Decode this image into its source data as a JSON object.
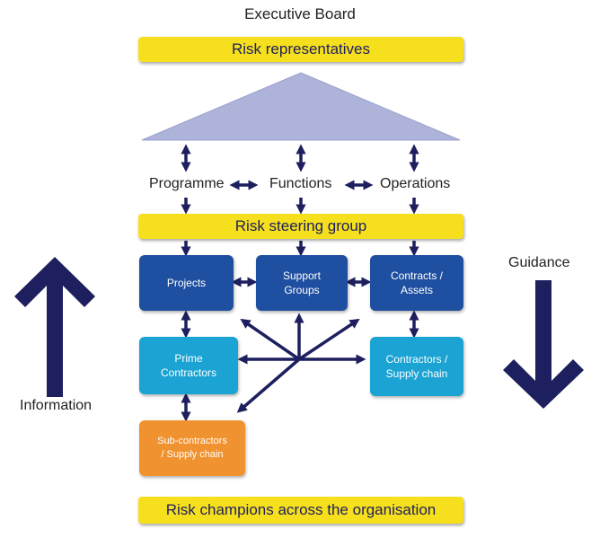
{
  "title": "Executive Board",
  "bars": {
    "top": "Risk representatives",
    "middle": "Risk steering group",
    "bottom": "Risk champions across the organisation"
  },
  "labels": {
    "programme": "Programme",
    "functions": "Functions",
    "operations": "Operations"
  },
  "boxes": {
    "projects": "Projects",
    "support_groups": "Support Groups",
    "contracts_assets": "Contracts / Assets",
    "prime_contractors": "Prime Contractors",
    "contractors_supply": "Contractors / Supply chain",
    "subcontractors": "Sub-contractors / Supply chain"
  },
  "side": {
    "information": "Information",
    "guidance": "Guidance"
  },
  "colors": {
    "yellow": "#f6df1d",
    "navy": "#1d1f5e",
    "dark_blue": "#1f4fa0",
    "light_blue": "#1aa3d3",
    "orange": "#f0922f",
    "roof": "#aeb3da"
  }
}
